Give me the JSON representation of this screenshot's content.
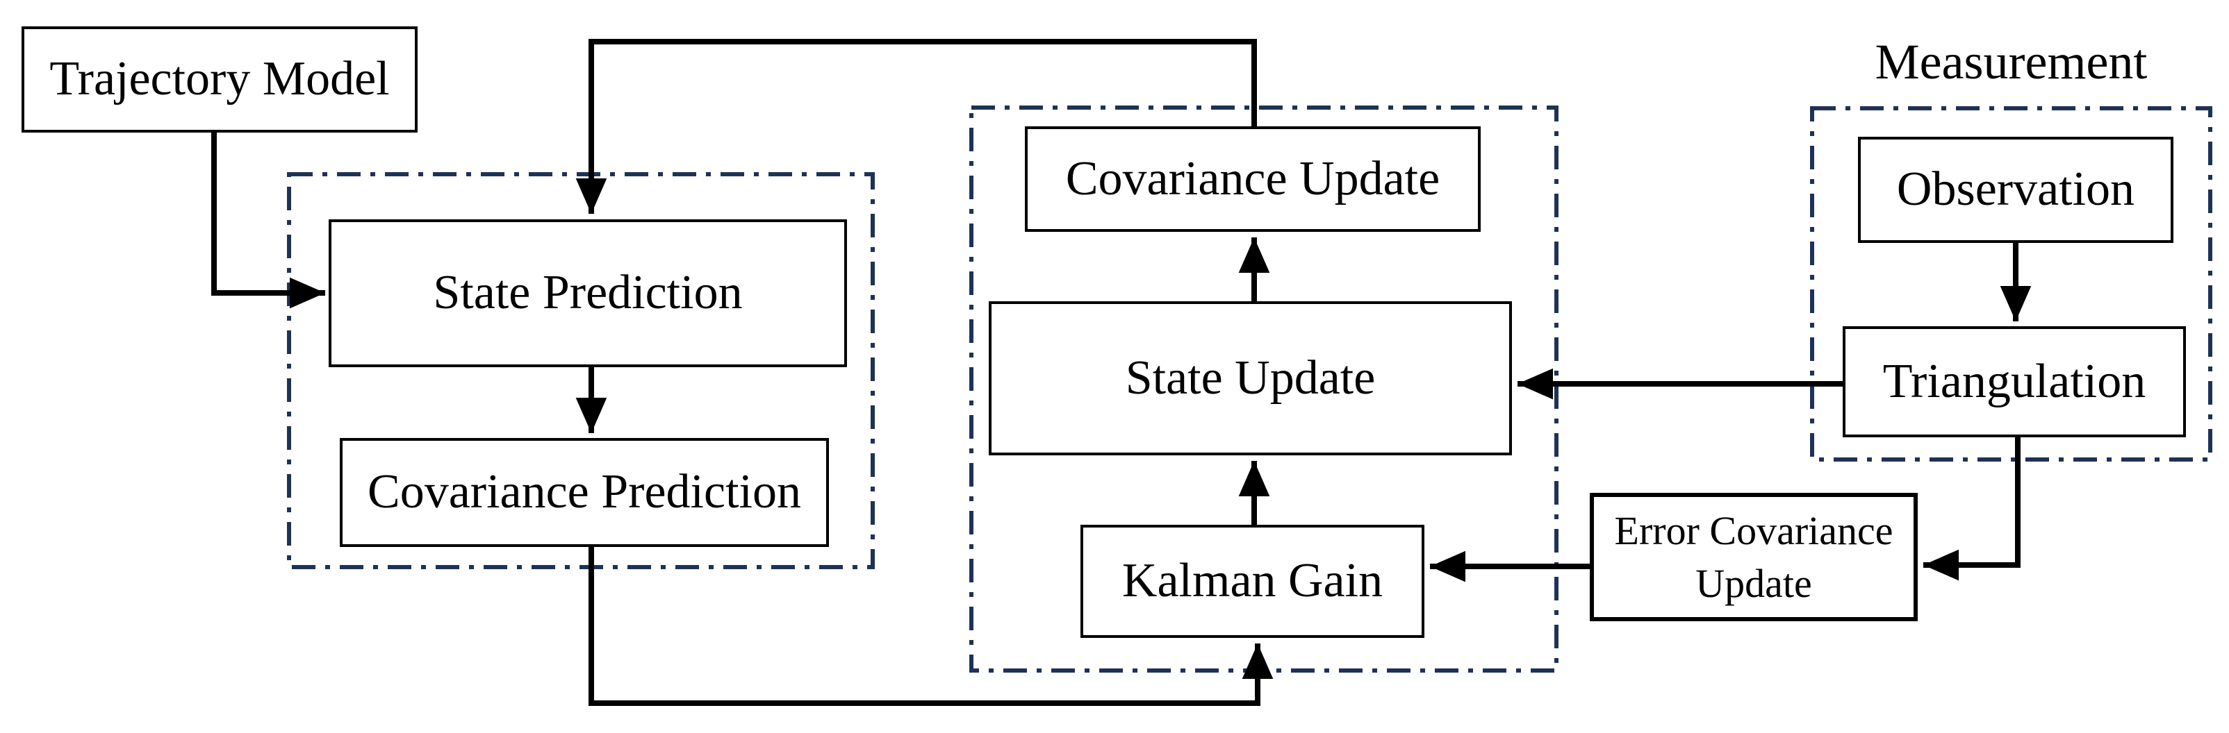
{
  "colors": {
    "background": "#ffffff",
    "line": "#000000",
    "text": "#000000",
    "group_border": "#1e3257"
  },
  "labels": {
    "measurement_group": "Measurement"
  },
  "nodes": {
    "trajectory_model": "Trajectory Model",
    "state_prediction": "State Prediction",
    "covariance_prediction": "Covariance Prediction",
    "covariance_update": "Covariance Update",
    "state_update": "State Update",
    "kalman_gain": "Kalman Gain",
    "error_covariance_update": "Error Covariance Update",
    "observation": "Observation",
    "triangulation": "Triangulation"
  }
}
